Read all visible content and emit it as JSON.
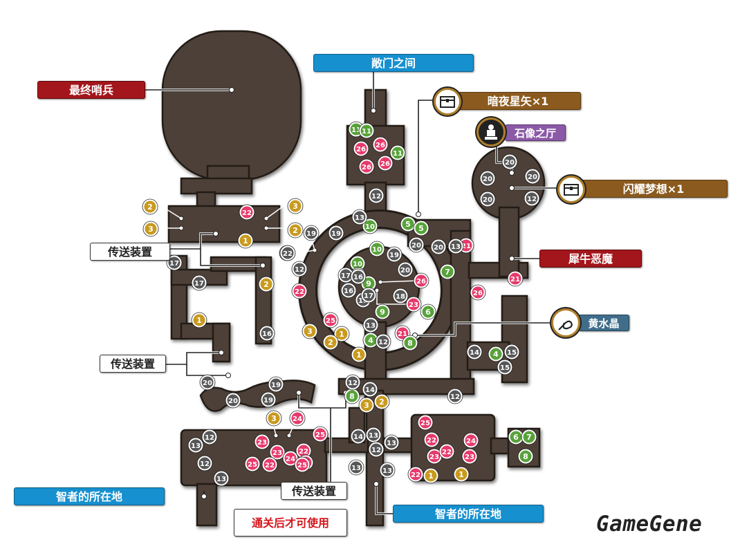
{
  "labels": {
    "final_sentinel": "最终哨兵",
    "enemy_gate_hall": "敞门之间",
    "night_arrow": "暗夜星矢×1",
    "statue_hall": "石像之厅",
    "shining_dream": "闪耀梦想×1",
    "rhino_demon": "犀牛恶魔",
    "topaz": "黄水晶",
    "teleporter_1": "传送装置",
    "teleporter_2": "传送装置",
    "teleporter_3": "传送装置",
    "sage_location_left": "智者的所在地",
    "sage_location_right": "智者的所在地",
    "after_clear_only": "通关后才可使用"
  },
  "icons": {
    "chest": "treasure-chest-icon",
    "statue": "statue-icon",
    "whip": "whip-weapon-icon"
  },
  "colors": {
    "floor": "#4e4139",
    "floor_edge": "#2a221d",
    "marker_pink": "#e73a6b",
    "marker_green": "#58a23a",
    "marker_gold": "#c99a1e",
    "marker_grey": "#575757",
    "label_red": "#a3161c",
    "label_blue": "#1690cf",
    "label_brown": "#8b5a1e",
    "label_purple": "#8b5aa6",
    "label_slate": "#3f6d8a"
  },
  "markers": {
    "pink": [
      "22",
      "22",
      "26",
      "26",
      "26",
      "26",
      "26",
      "21",
      "21",
      "26",
      "23",
      "21",
      "25",
      "22",
      "24",
      "23",
      "23",
      "22",
      "25",
      "22",
      "24",
      "23",
      "25",
      "25",
      "22",
      "24",
      "23",
      "23",
      "22",
      "22",
      "25"
    ],
    "green": [
      "11",
      "11",
      "10",
      "11",
      "5",
      "5",
      "10",
      "10",
      "9",
      "7",
      "6",
      "4",
      "9",
      "4",
      "8",
      "8",
      "6",
      "7",
      "8",
      "7"
    ],
    "gold": [
      "2",
      "3",
      "3",
      "2",
      "1",
      "2",
      "1",
      "3",
      "1",
      "2",
      "1",
      "3",
      "2",
      "3",
      "1",
      "1"
    ],
    "grey": [
      "12",
      "19",
      "19",
      "22",
      "12",
      "17",
      "16",
      "16",
      "18",
      "17",
      "18",
      "20",
      "13",
      "19",
      "20",
      "20",
      "20",
      "20",
      "20",
      "20",
      "12",
      "13",
      "14",
      "14",
      "15",
      "15",
      "17",
      "17",
      "16",
      "20",
      "19",
      "20",
      "19",
      "12",
      "13",
      "13",
      "12",
      "13",
      "14",
      "12",
      "13",
      "12",
      "13",
      "13",
      "12",
      "12",
      "13"
    ]
  },
  "watermark": "GameGene"
}
